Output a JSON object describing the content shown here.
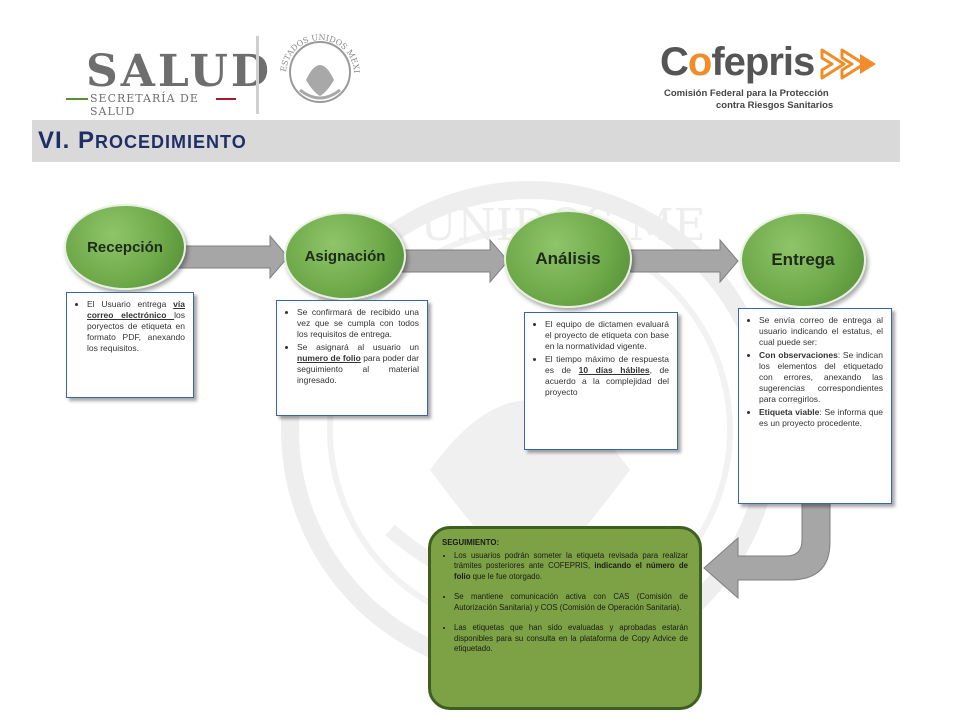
{
  "header": {
    "salud_title": "SALUD",
    "salud_subtitle": "SECRETARÍA DE SALUD",
    "cofepris_name_pre": "C",
    "cofepris_name_o": "o",
    "cofepris_name_post": "fepris",
    "cofepris_line1": "Comisión Federal para la Protección",
    "cofepris_line2": "contra Riesgos Sanitarios",
    "seal_text": "ESTADOS UNIDOS MEXICANOS"
  },
  "title": "VI. Procedimiento",
  "watermark_text": "UNIDOS ME",
  "steps": [
    {
      "label": "Recepción",
      "items": [
        [
          "El Usuario entrega ",
          {
            "u": "vía correo electrónico "
          },
          "los poryectos de etiqueta en formato PDF, anexando los requisitos."
        ]
      ]
    },
    {
      "label": "Asignación",
      "items": [
        [
          "Se confirmará de recibido una vez que se cumpla con todos los requisitos de entrega."
        ],
        [
          "Se asignará al usuario un ",
          {
            "u": "numero de folio"
          },
          " para poder dar seguimiento al material ingresado."
        ]
      ]
    },
    {
      "label": "Análisis",
      "items": [
        [
          "El equipo de dictamen evaluará el proyecto de etiqueta con base en la normatividad vigente."
        ],
        [
          " El tiempo máximo de respuesta es de ",
          {
            "u": "10 días hábiles"
          },
          ", de acuerdo a la complejidad del proyecto"
        ]
      ]
    },
    {
      "label": "Entrega",
      "items": [
        [
          "Se envía correo de entrega al usuario indicando el estatus, el cual puede ser:"
        ],
        [
          {
            "b": "Con observaciones"
          },
          ": Se indican los elementos del etiquetado con errores, anexando las sugerencias correspondientes para corregirlos."
        ],
        [
          " ",
          {
            "b": "Etiqueta viable"
          },
          ": Se informa que es un proyecto procedente."
        ]
      ]
    }
  ],
  "seguimiento": {
    "heading": "SEGUIMIENTO:",
    "items": [
      [
        "Los usuarios podrán someter la etiqueta revisada para realizar trámites posteriores ante COFEPRIS, ",
        {
          "b": "indicando el número de folio"
        },
        " que le fue otorgado."
      ],
      [
        "Se mantiene comunicación activa con CAS (Comisión de Autorización Sanitaria) y COS (Comisión de Operación Sanitaria)."
      ],
      [
        "Las etiquetas que han sido evaluadas y aprobadas estarán disponibles para su consulta en la plataforma de Copy Advice de etiquetado."
      ]
    ]
  },
  "colors": {
    "circle_green": "#6ea94a",
    "title_blue": "#1f2f66",
    "box_border": "#3a63b8",
    "arrow_gray": "#a6a6a6",
    "seg_green": "#7da145",
    "cofepris_orange": "#f28c28"
  }
}
